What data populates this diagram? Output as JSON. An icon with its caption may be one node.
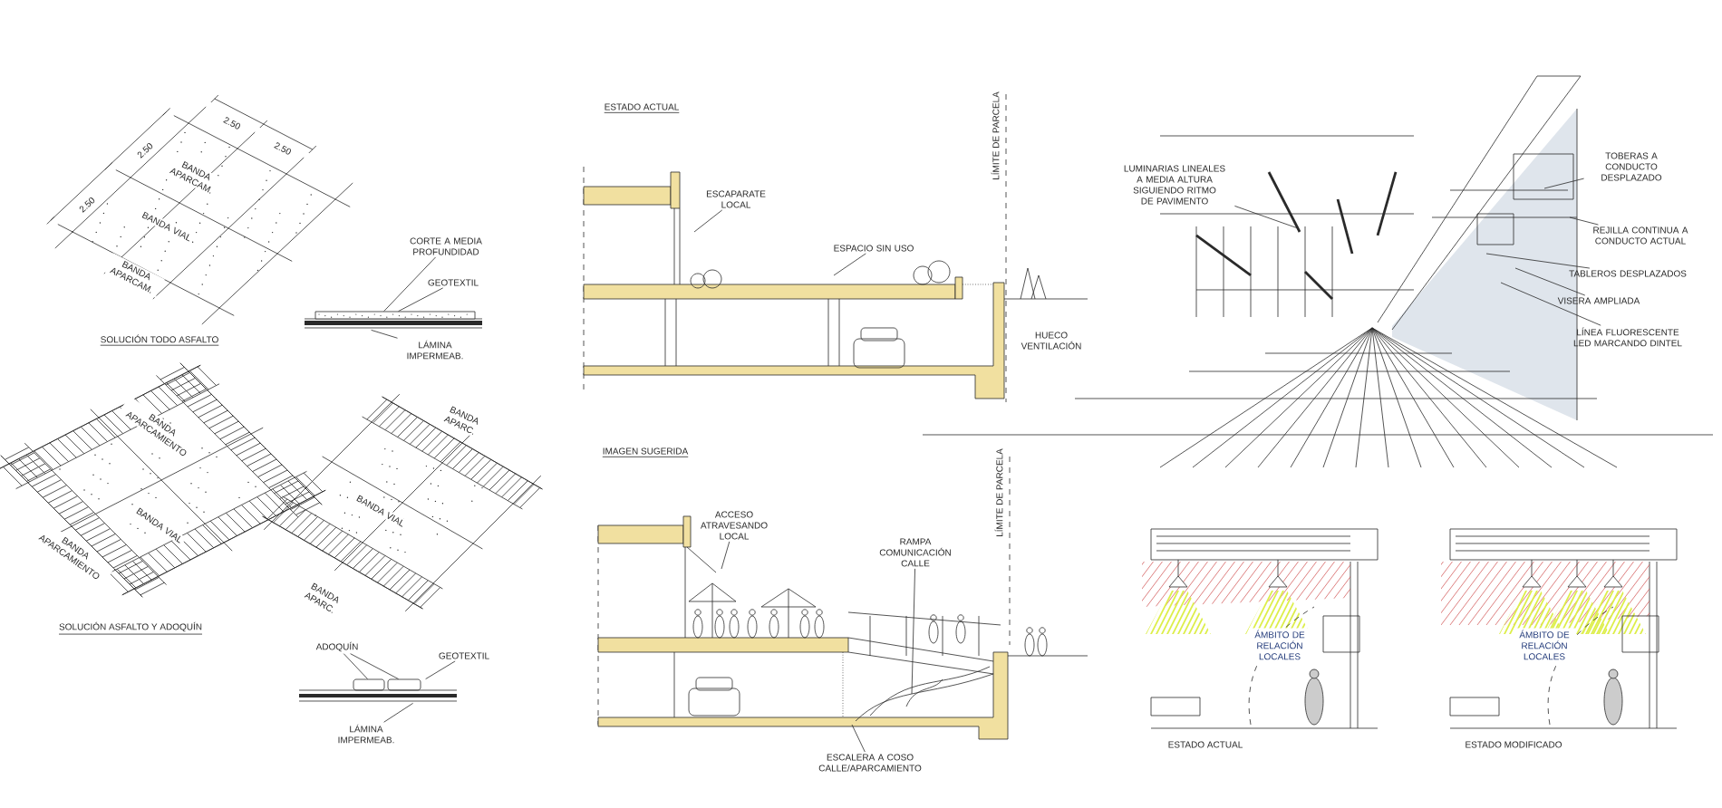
{
  "diagram": {
    "nodes": [
      {
        "text": [
          "CORTE A MEDIA PROFUNDIDAD"
        ]
      },
      {
        "text": [
          "GEOTEXTIL"
        ]
      },
      {
        "text": [
          "LÁMINA IMPERMEAB."
        ]
      },
      {
        "text": [
          "ADOQUÍN"
        ]
      },
      {
        "text": [
          "GEOTEXTIL"
        ]
      },
      {
        "text": [
          "LÁMINA IMPERMEAB."
        ]
      },
      {
        "text": [
          "ESCAPARATE LOCAL"
        ]
      },
      {
        "text": [
          "ESPACIO SIN USO"
        ]
      },
      {
        "text": [
          "ACCESO ATRAVESANDO LOCAL"
        ]
      },
      {
        "text": [
          "RAMPA COMUNICACIÓN CALLE"
        ]
      },
      {
        "text": [
          "ESCALERA A COSO CALLE/APARCAMIENTO"
        ]
      },
      {
        "text": [
          "LUMINARIAS LINEALES A MEDIA ALTURA SIGUIENDO RITMO DE PAVIMENTO"
        ]
      },
      {
        "text": [
          "TOBERAS A CONDUCTO DESPLAZADO"
        ]
      },
      {
        "text": [
          "REJILLA CONTINUA A CONDUCTO ACTUAL"
        ]
      },
      {
        "text": [
          "TABLEROS DESPLAZADOS"
        ]
      },
      {
        "text": [
          "VISERA AMPLIADA"
        ]
      },
      {
        "text": [
          "LÍNEA FLUORESCENTE LED MARCANDO DINTEL"
        ]
      },
      {
        "text": [],
        "shape": "picture"
      },
      {
        "text": [],
        "shape": "picture"
      }
    ],
    "edges": [
      {
        "from": 0,
        "to": 17,
        "arrow": "none"
      },
      {
        "from": 1,
        "to": 17,
        "arrow": "none"
      },
      {
        "from": 2,
        "to": 17,
        "arrow": "none"
      },
      {
        "from": 3,
        "to": 18,
        "arrow": "none"
      },
      {
        "from": 3,
        "to": 18,
        "arrow": "none"
      },
      {
        "from": 4,
        "to": 18,
        "arrow": "none"
      },
      {
        "from": 5,
        "to": 18,
        "arrow": "none"
      },
      {
        "from": 6,
        "to": null,
        "arrow": "none"
      },
      {
        "from": 7,
        "to": null,
        "arrow": "none"
      },
      {
        "from": 8,
        "to": null,
        "arrow": "none"
      },
      {
        "from": 9,
        "to": null,
        "arrow": "none"
      },
      {
        "from": 10,
        "to": null,
        "arrow": "none"
      },
      {
        "from": 11,
        "to": null,
        "arrow": "none"
      },
      {
        "from": 12,
        "to": null,
        "arrow": "none"
      },
      {
        "from": 13,
        "to": null,
        "arrow": "none"
      },
      {
        "from": 14,
        "to": null,
        "arrow": "none"
      },
      {
        "from": 15,
        "to": null,
        "arrow": "none"
      },
      {
        "from": 16,
        "to": null,
        "arrow": "none"
      }
    ],
    "labels": [
      "2.50",
      "2.50",
      "2.50",
      "2.50",
      "BANDA APARCAM.",
      "BANDA VIAL",
      "BANDA APARCAM.",
      "SOLUCIÓN TODO ASFALTO",
      "BANDA APARCAMIENTO",
      "BANDA VIAL",
      "BANDA APARCAMIENTO",
      "BANDA APARC.",
      "BANDA VIAL",
      "BANDA APARC.",
      "SOLUCIÓN ASFALTO Y ADOQUÍN",
      "ESTADO ACTUAL",
      "LÍMITE DE PARCELA",
      "HUECO VENTILACIÓN",
      "IMAGEN SUGERIDA",
      "LÍMITE DE PARCELA",
      "ÁMBITO DE RELACIÓN LOCALES",
      "ESTADO ACTUAL",
      "ÁMBITO DE RELACIÓN LOCALES",
      "ESTADO MODIFICADO"
    ]
  }
}
